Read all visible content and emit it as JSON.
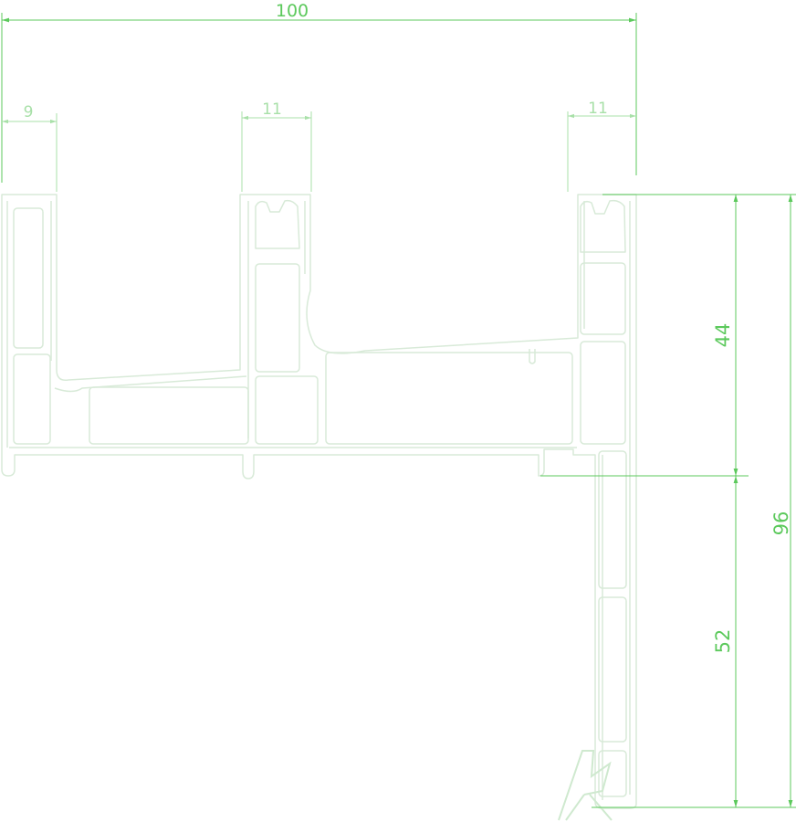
{
  "drawing": {
    "dimensions": {
      "overall_width": "100",
      "left_wall": "9",
      "middle_wall": "11",
      "right_wall": "11",
      "upper_height": "44",
      "total_height": "96",
      "lower_height": "52"
    },
    "colors": {
      "main_dimension": "#5cc95c",
      "secondary_dimension": "#a8e0a8",
      "profile_outline": "#d8ead8",
      "watermark": "#cfe9cf"
    }
  }
}
